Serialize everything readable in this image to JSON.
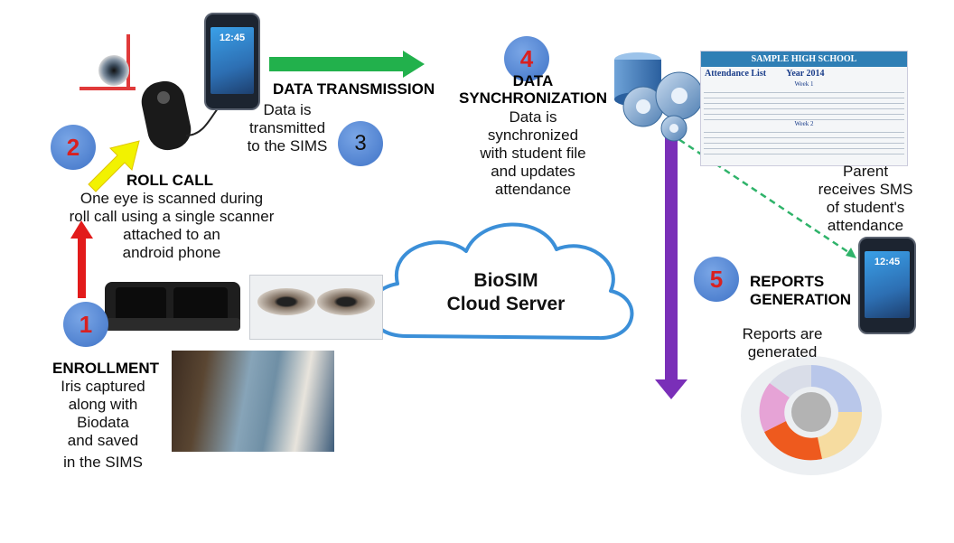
{
  "steps": [
    {
      "num": "1",
      "heading": "ENROLLMENT",
      "lines": [
        "Iris captured",
        "along with",
        "Biodata",
        "and saved",
        "in the SIMS"
      ]
    },
    {
      "num": "2",
      "heading": "ROLL CALL",
      "lines": [
        "One eye is scanned during",
        "roll call using a single scanner",
        "attached to an",
        "android phone"
      ]
    },
    {
      "num": "3",
      "heading": "DATA TRANSMISSION",
      "lines": [
        "Data is",
        "transmitted",
        "to the SIMS"
      ]
    },
    {
      "num": "4",
      "heading_lines": [
        "DATA",
        "SYNCHRONIZATION"
      ],
      "lines": [
        "Data is",
        "synchronized",
        "with student file",
        "and updates",
        "attendance"
      ]
    },
    {
      "num": "5",
      "heading_lines": [
        "REPORTS",
        "GENERATION"
      ],
      "lines": [
        "Reports are",
        "generated"
      ]
    }
  ],
  "cloud": {
    "line1": "BioSIM",
    "line2": "Cloud Server"
  },
  "sms": {
    "lines": [
      "Parent",
      "receives SMS",
      "of student's",
      "attendance"
    ]
  },
  "phone": {
    "clock": "12:45"
  },
  "sheet": {
    "school": "SAMPLE HIGH SCHOOL",
    "title": "Attendance List",
    "year": "Year 2014",
    "week1": "Week 1",
    "week2": "Week 2"
  },
  "colors": {
    "step_circle": "#4a7fd1",
    "number_red": "#d92020",
    "arrow_red": "#e21b1b",
    "arrow_yellow": "#f2f200",
    "arrow_green": "#22b14c",
    "arrow_purple": "#7a2fb8",
    "cloud_stroke": "#3b8fd8",
    "dashed_green": "#2fb36a"
  },
  "icons": [
    "iris-scanner-icon",
    "smartphone-icon",
    "dual-iris-camera-icon",
    "gears-icon",
    "database-icon",
    "report-cycle-icon"
  ]
}
